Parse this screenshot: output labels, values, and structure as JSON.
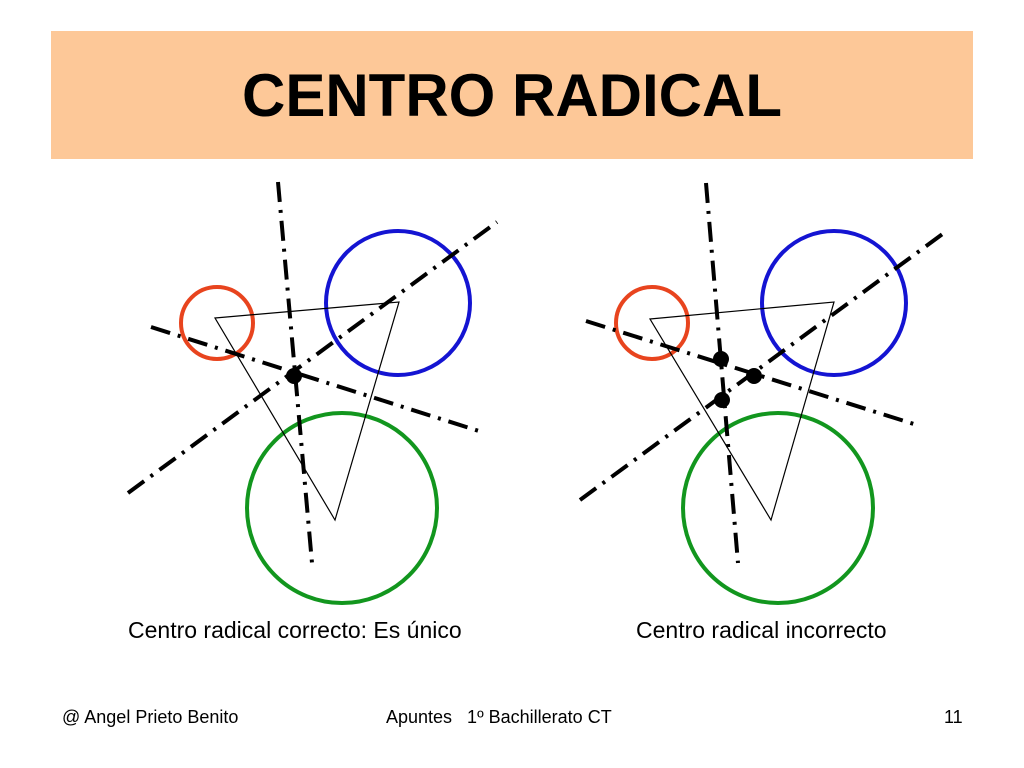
{
  "slide": {
    "title": "CENTRO RADICAL"
  },
  "captions": {
    "left": "Centro radical correcto: Es único",
    "right": "Centro radical incorrecto"
  },
  "footer": {
    "author": "@ Angel Prieto Benito",
    "course": "Apuntes   1º Bachillerato CT",
    "page": "11"
  },
  "colors": {
    "title_background": "#fdc898",
    "circle_small": "#e8441e",
    "circle_medium": "#1414d2",
    "circle_large": "#12961e",
    "lines": "#000000"
  }
}
